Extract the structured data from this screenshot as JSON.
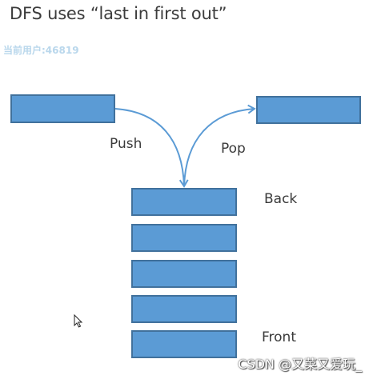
{
  "title": "DFS uses “last in first out”",
  "user_tag": "当前用户:46819",
  "labels": {
    "push": "Push",
    "pop": "Pop",
    "back": "Back",
    "front": "Front"
  },
  "watermark": "CSDN @又菜又爱玩_",
  "colors": {
    "box_fill": "#5b9bd5",
    "box_border": "#41719c",
    "arrow": "#5b9bd5",
    "text": "#3a3a3a"
  }
}
